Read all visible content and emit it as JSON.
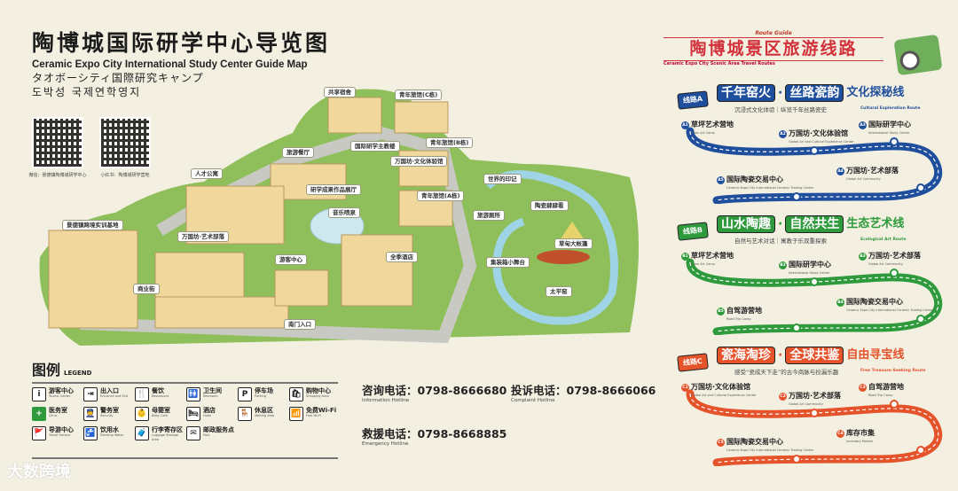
{
  "header": {
    "title": "陶博城国际研学中心导览图",
    "title_en": "Ceramic Expo City International Study Center Guide Map",
    "title_ja": "タオボーシティ国際研究キャンプ",
    "title_ko": "도박성 국제연학영지"
  },
  "qr_codes": [
    {
      "caption": "微信：景德镇陶博城研学中心"
    },
    {
      "caption": "小红书：陶博城研学营地"
    }
  ],
  "map": {
    "places": [
      "共享宿舍",
      "青年旅馆(C栋)",
      "青年旅馆(B栋)",
      "国际研学主教楼",
      "旅游餐厅",
      "万国坊·文化体验馆",
      "研学成果作品展厅",
      "人才公寓",
      "青年旅馆(A栋)",
      "音乐喷泉",
      "景德镇跨境实训基地",
      "万国坊·艺术部落",
      "游客中心",
      "全季酒店",
      "商业街",
      "南门入口",
      "世界的印记",
      "陶瓷肆肆看",
      "旅游厕所",
      "草甸大帐篷",
      "集装箱小舞台",
      "太平窑"
    ],
    "colors": {
      "grass": "#8fbf5a",
      "building": "#f0d79c",
      "road": "#c9c9c4",
      "water": "#9fd3e6"
    }
  },
  "legend": {
    "title": "图例",
    "title_en": "LEGEND",
    "items": [
      {
        "zh": "游客中心",
        "en": "Tourist Center",
        "icon": "info-icon",
        "glyph": "i"
      },
      {
        "zh": "出入口",
        "en": "Entrance and Exit",
        "icon": "exit-icon",
        "glyph": "⇥"
      },
      {
        "zh": "餐饮",
        "en": "Restaurant",
        "icon": "fork-knife-icon",
        "glyph": "🍴"
      },
      {
        "zh": "卫生间",
        "en": "Restroom",
        "icon": "restroom-icon",
        "glyph": "🚻"
      },
      {
        "zh": "停车场",
        "en": "Parking",
        "icon": "parking-icon",
        "glyph": "P"
      },
      {
        "zh": "购物中心",
        "en": "Shopping Area",
        "icon": "shopping-bag-icon",
        "glyph": "🛍"
      },
      {
        "zh": "医务室",
        "en": "Clinic",
        "icon": "medical-cross-icon",
        "glyph": "+"
      },
      {
        "zh": "警务室",
        "en": "Security",
        "icon": "police-icon",
        "glyph": "👮"
      },
      {
        "zh": "母婴室",
        "en": "Baby Care",
        "icon": "baby-care-icon",
        "glyph": "👶"
      },
      {
        "zh": "酒店",
        "en": "Hotel",
        "icon": "bed-icon",
        "glyph": "🛏"
      },
      {
        "zh": "休息区",
        "en": "Waiting Area",
        "icon": "bench-icon",
        "glyph": "🪑"
      },
      {
        "zh": "免费Wi-Fi",
        "en": "Free Wi-Fi",
        "icon": "wifi-icon",
        "glyph": "📶"
      },
      {
        "zh": "导游中心",
        "en": "Travel Service",
        "icon": "guide-icon",
        "glyph": "🚩"
      },
      {
        "zh": "饮用水",
        "en": "Drinking Water",
        "icon": "water-tap-icon",
        "glyph": "🚰"
      },
      {
        "zh": "行李寄存区",
        "en": "Luggage Storage Area",
        "icon": "luggage-icon",
        "glyph": "🧳"
      },
      {
        "zh": "邮政服务点",
        "en": "Post",
        "icon": "mail-icon",
        "glyph": "✉"
      }
    ]
  },
  "hotlines": [
    {
      "label": "咨询电话：0798-8666680",
      "en": "Information Hotline"
    },
    {
      "label": "投诉电话：0798-8666066",
      "en": "Complaint Hotline"
    },
    {
      "label": "救援电话：0798-8668885",
      "en": "Emergency Hotline"
    }
  ],
  "watermark": "大数跨境",
  "route_guide": {
    "kicker": "Route Guide",
    "title": "陶博城景区旅游线路",
    "title_en": "Ceramic Expo City Scenic Area Travel Routes",
    "routes": [
      {
        "badge": "线路A",
        "color": "#1f4e9c",
        "head1": "千年窑火",
        "head2": "丝路瓷韵",
        "name": "文化探秘线",
        "subtitle": "沉浸式文化体验｜纵览千年丝路瓷史",
        "en": "Cultural Exploration Route",
        "stops": [
          {
            "id": "A1",
            "name": "草坪艺术营地",
            "en": "Lawn Art Camp"
          },
          {
            "id": "A2",
            "name": "万国坊·文化体验馆",
            "en": "Global Art and Cultural Experience Center"
          },
          {
            "id": "A3",
            "name": "国际研学中心",
            "en": "International Study Center"
          },
          {
            "id": "A4",
            "name": "万国坊·艺术部落",
            "en": "Global Art Community"
          },
          {
            "id": "A5",
            "name": "国际陶瓷交易中心",
            "en": "Ceramic Expo City International Ceramic Trading Center"
          }
        ]
      },
      {
        "badge": "线路B",
        "color": "#2e9a3b",
        "head1": "山水陶趣",
        "head2": "自然共生",
        "name": "生态艺术线",
        "subtitle": "自然与艺术对话｜寓教于乐双重探索",
        "en": "Ecological Art Route",
        "stops": [
          {
            "id": "B1",
            "name": "草坪艺术营地",
            "en": "Lawn Art Camp"
          },
          {
            "id": "B2",
            "name": "国际研学中心",
            "en": "International Study Center"
          },
          {
            "id": "B3",
            "name": "万国坊·艺术部落",
            "en": "Global Art Community"
          },
          {
            "id": "B4",
            "name": "国际陶瓷交易中心",
            "en": "Ceramic Expo City International Ceramic Trading Center"
          },
          {
            "id": "B5",
            "name": "自驾游营地",
            "en": "Road Trip Camp"
          }
        ]
      },
      {
        "badge": "线路C",
        "color": "#e5532b",
        "head1": "瓷海淘珍",
        "head2": "全球共鉴",
        "name": "自由寻宝线",
        "subtitle": "感受“瓷成天下走”的古今商脉与捡漏乐趣",
        "en": "Free Treasure-Seeking Route",
        "stops": [
          {
            "id": "C1",
            "name": "万国坊·文化体验馆",
            "en": "Global Art and Cultural Experience Center"
          },
          {
            "id": "C2",
            "name": "万国坊·艺术部落",
            "en": "Global Art Community"
          },
          {
            "id": "C3",
            "name": "自驾游营地",
            "en": "Road Trip Camp"
          },
          {
            "id": "C4",
            "name": "库存市集",
            "en": "Inventory Market"
          },
          {
            "id": "C5",
            "name": "国际陶瓷交易中心",
            "en": "Ceramic Expo City International Ceramic Trading Center"
          }
        ]
      }
    ]
  }
}
